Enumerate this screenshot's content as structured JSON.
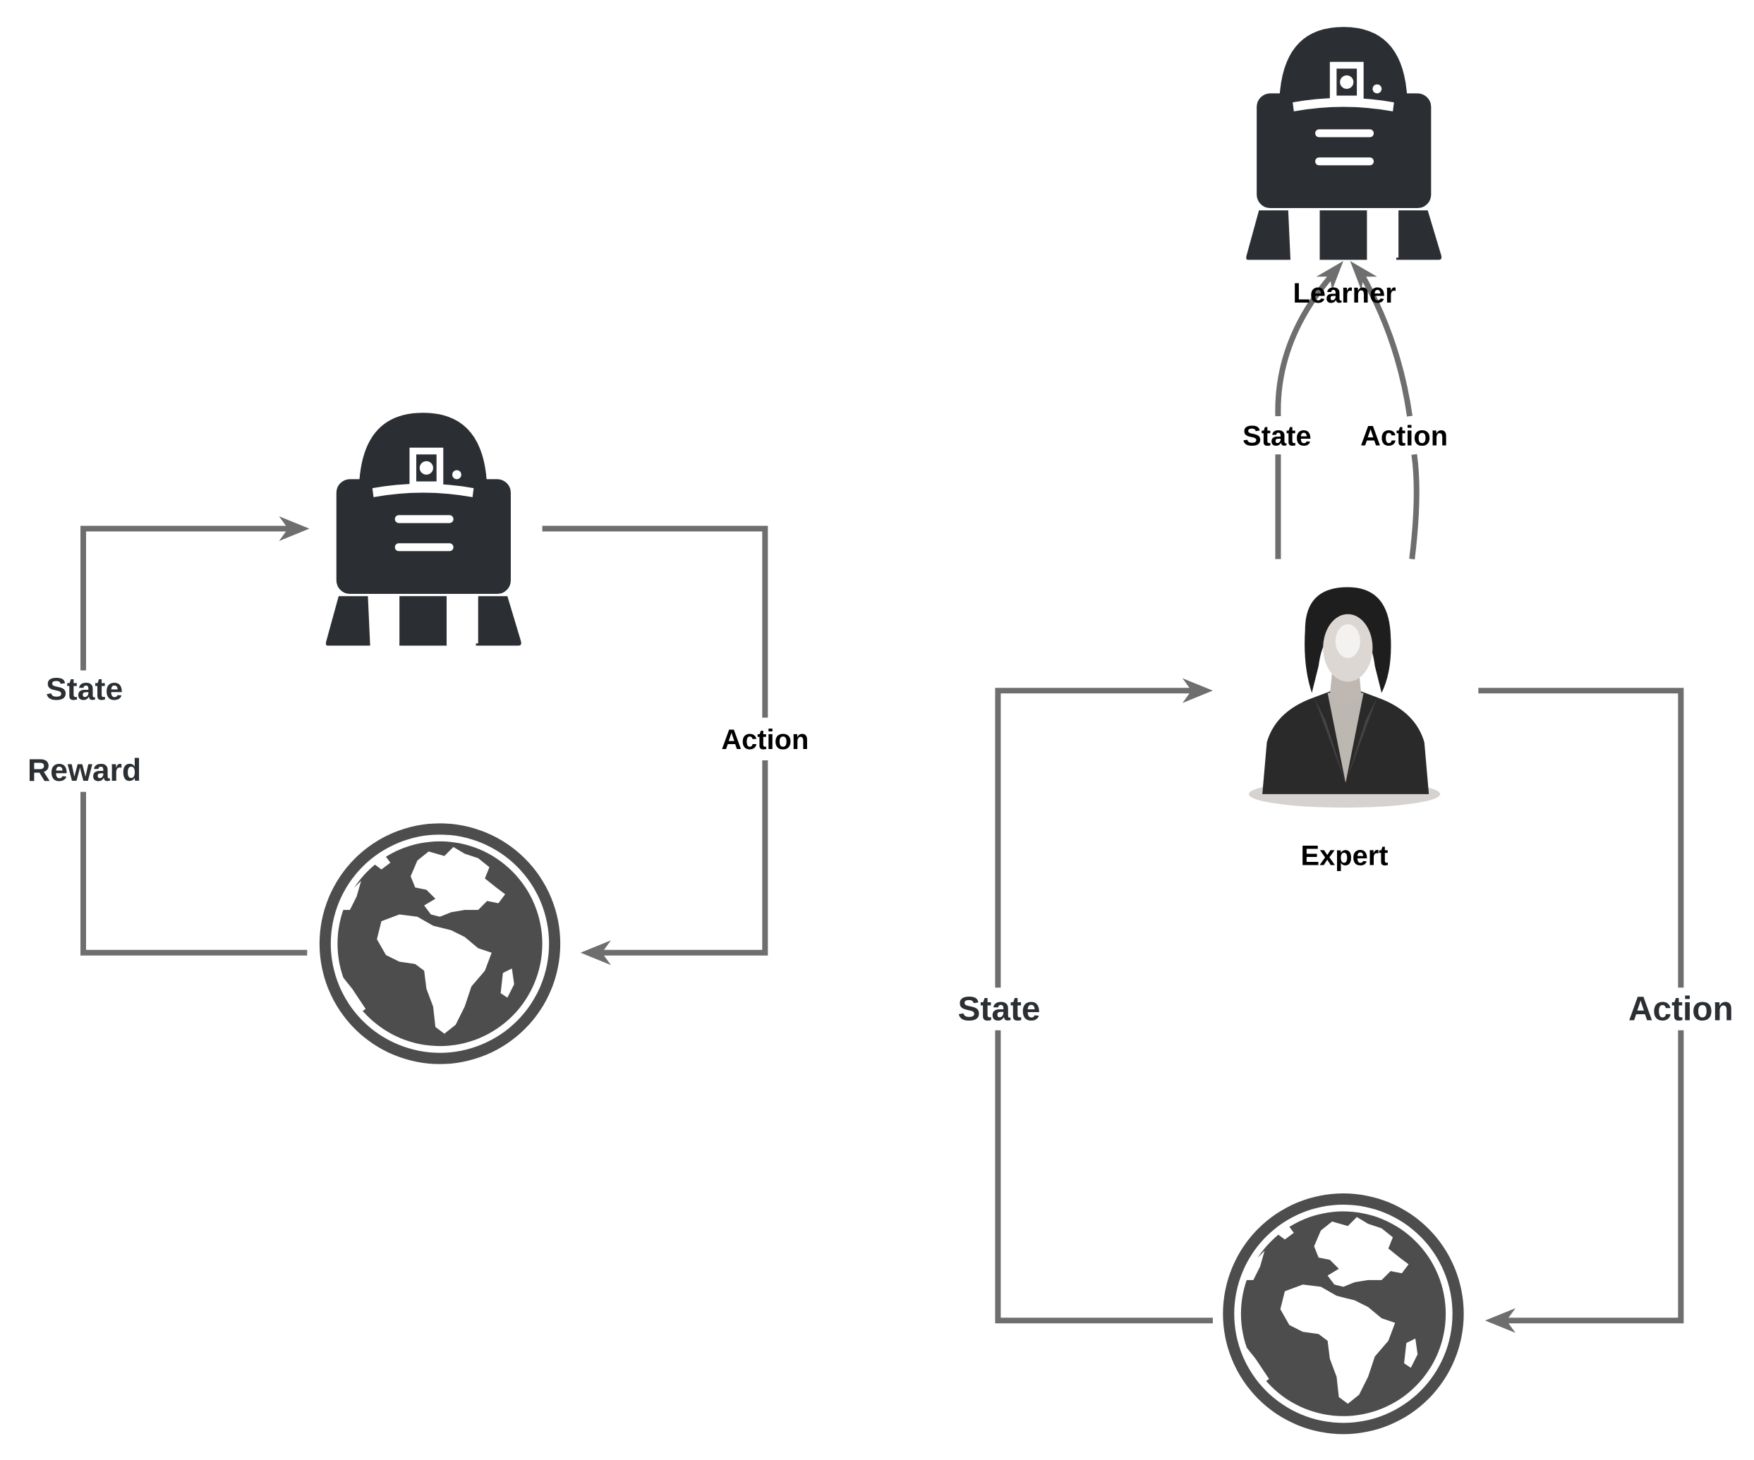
{
  "diagram": {
    "rl_loop": {
      "state_label": "State",
      "reward_label": "Reward",
      "action_label": "Action",
      "agent_icon": "robot-icon",
      "environment_icon": "globe-icon"
    },
    "imitation": {
      "learner_label": "Learner",
      "expert_label": "Expert",
      "learner_state_label": "State",
      "learner_action_label": "Action",
      "env_state_label": "State",
      "env_action_label": "Action",
      "learner_icon": "robot-icon",
      "expert_icon": "businesswoman-icon",
      "environment_icon": "globe-icon"
    },
    "colors": {
      "icon": "#2b2f33",
      "globe": "#4d4d4d",
      "arrow": "#6e6e6e"
    }
  }
}
